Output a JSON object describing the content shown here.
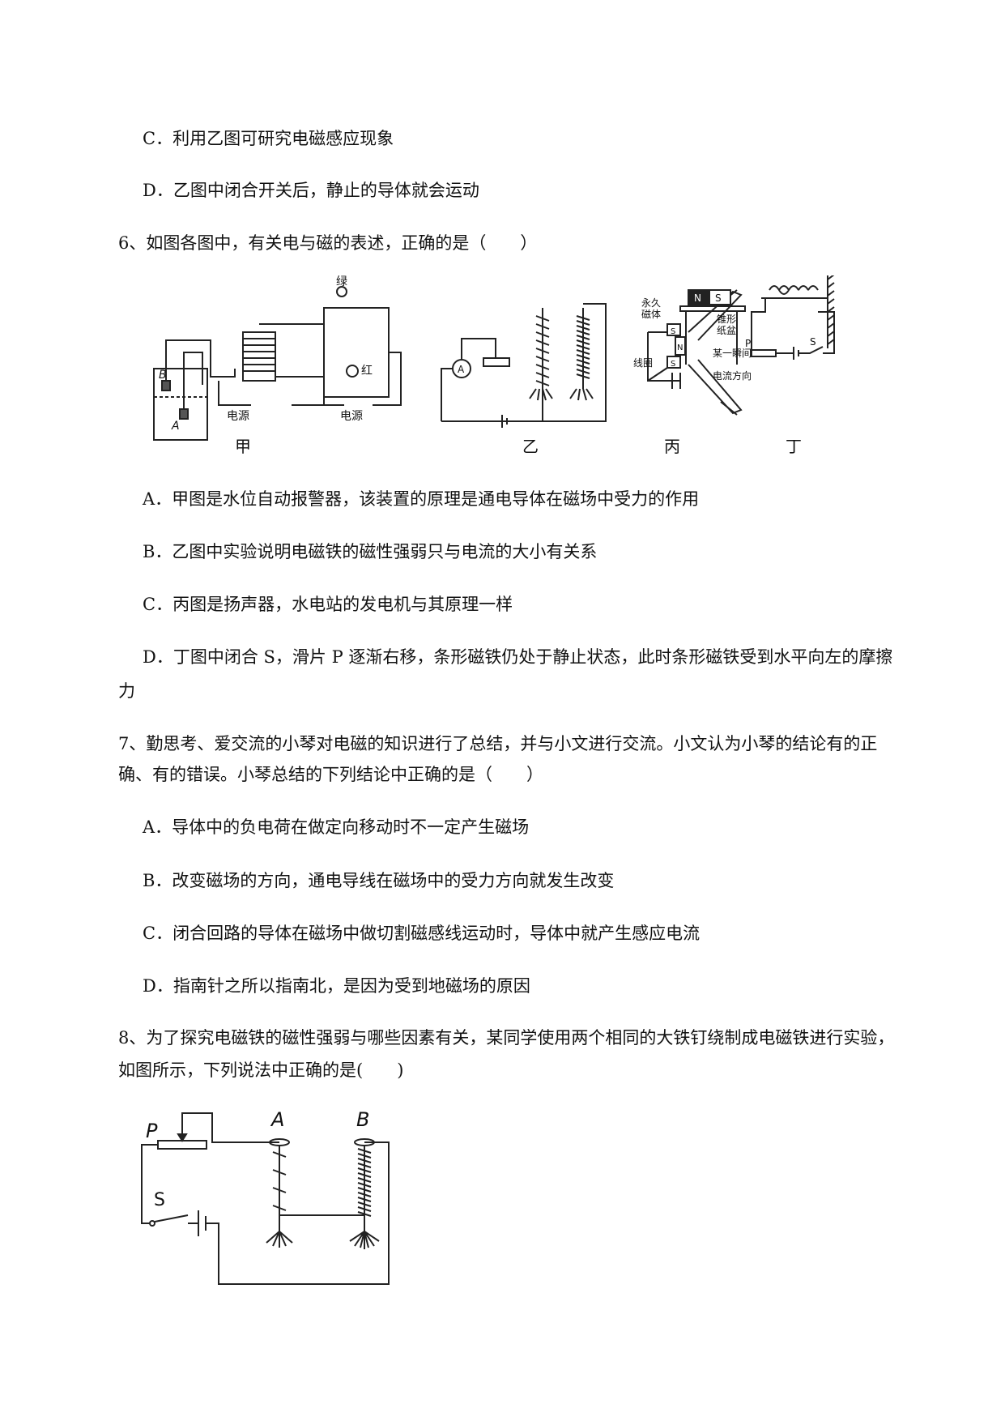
{
  "q5_options": {
    "C": "C．利用乙图可研究电磁感应现象",
    "D": "D．乙图中闭合开关后，静止的导体就会运动"
  },
  "q6": {
    "stem": "6、如图各图中，有关电与磁的表述，正确的是（　　）",
    "figure_labels": {
      "jia": "甲",
      "yi": "乙",
      "bing": "丙",
      "ding": "丁",
      "jia_green": "绿",
      "jia_red": "红",
      "jia_power1": "电源",
      "jia_power2": "电源",
      "jia_B": "B",
      "jia_A": "A",
      "yi_meter": "A",
      "bing_magnet1": "永久",
      "bing_magnet2": "磁体",
      "bing_cone1": "锥形",
      "bing_cone2": "纸盆",
      "bing_moment": "某一瞬间",
      "bing_coil": "线圈",
      "bing_current": "电流方向",
      "bing_S1": "S",
      "bing_N": "N",
      "bing_S2": "S",
      "ding_N": "N",
      "ding_S": "S",
      "ding_P": "P",
      "ding_switch": "S"
    },
    "options": {
      "A": "A．甲图是水位自动报警器，该装置的原理是通电导体在磁场中受力的作用",
      "B": "B．乙图中实验说明电磁铁的磁性强弱只与电流的大小有关系",
      "C": "C．丙图是扬声器，水电站的发电机与其原理一样",
      "D_line1": "D．丁图中闭合 S，滑片 P 逐渐右移，条形磁铁仍处于静止状态，此时条形磁铁受到水平向左的摩擦",
      "D_line2": "力"
    }
  },
  "q7": {
    "stem_line1": "7、勤思考、爱交流的小琴对电磁的知识进行了总结，并与小文进行交流。小文认为小琴的结论有的正",
    "stem_line2": "确、有的错误。小琴总结的下列结论中正确的是（　　）",
    "options": {
      "A": "A．导体中的负电荷在做定向移动时不一定产生磁场",
      "B": "B．改变磁场的方向，通电导线在磁场中的受力方向就发生改变",
      "C": "C．闭合回路的导体在磁场中做切割磁感线运动时，导体中就产生感应电流",
      "D": "D．指南针之所以指南北，是因为受到地磁场的原因"
    }
  },
  "q8": {
    "stem_line1": "8、为了探究电磁铁的磁性强弱与哪些因素有关，某同学使用两个相同的大铁钉绕制成电磁铁进行实验，",
    "stem_line2": "如图所示，下列说法中正确的是(　　)",
    "figure_labels": {
      "P": "P",
      "S": "S",
      "A": "A",
      "B": "B"
    }
  }
}
